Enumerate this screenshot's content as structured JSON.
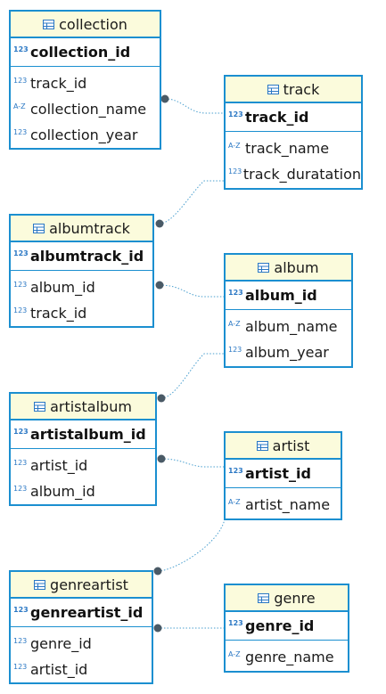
{
  "entities": {
    "collection": {
      "name": "collection",
      "pk": {
        "type": "123",
        "name": "collection_id"
      },
      "attrs": [
        {
          "type": "123",
          "name": "track_id"
        },
        {
          "type": "A-Z",
          "name": "collection_name"
        },
        {
          "type": "123",
          "name": "collection_year"
        }
      ]
    },
    "track": {
      "name": "track",
      "pk": {
        "type": "123",
        "name": "track_id"
      },
      "attrs": [
        {
          "type": "A-Z",
          "name": "track_name"
        },
        {
          "type": "123",
          "name": "track_duratation"
        }
      ]
    },
    "albumtrack": {
      "name": "albumtrack",
      "pk": {
        "type": "123",
        "name": "albumtrack_id"
      },
      "attrs": [
        {
          "type": "123",
          "name": "album_id"
        },
        {
          "type": "123",
          "name": "track_id"
        }
      ]
    },
    "album": {
      "name": "album",
      "pk": {
        "type": "123",
        "name": "album_id"
      },
      "attrs": [
        {
          "type": "A-Z",
          "name": "album_name"
        },
        {
          "type": "123",
          "name": "album_year"
        }
      ]
    },
    "artistalbum": {
      "name": "artistalbum",
      "pk": {
        "type": "123",
        "name": "artistalbum_id"
      },
      "attrs": [
        {
          "type": "123",
          "name": "artist_id"
        },
        {
          "type": "123",
          "name": "album_id"
        }
      ]
    },
    "artist": {
      "name": "artist",
      "pk": {
        "type": "123",
        "name": "artist_id"
      },
      "attrs": [
        {
          "type": "A-Z",
          "name": "artist_name"
        }
      ]
    },
    "genreartist": {
      "name": "genreartist",
      "pk": {
        "type": "123",
        "name": "genreartist_id"
      },
      "attrs": [
        {
          "type": "123",
          "name": "genre_id"
        },
        {
          "type": "123",
          "name": "artist_id"
        }
      ]
    },
    "genre": {
      "name": "genre",
      "pk": {
        "type": "123",
        "name": "genre_id"
      },
      "attrs": [
        {
          "type": "A-Z",
          "name": "genre_name"
        }
      ]
    }
  },
  "colors": {
    "border": "#1b8fd0",
    "header": "#fbfbdc",
    "link": "#4a9fcf",
    "connector_dot": "#4a5a66"
  }
}
